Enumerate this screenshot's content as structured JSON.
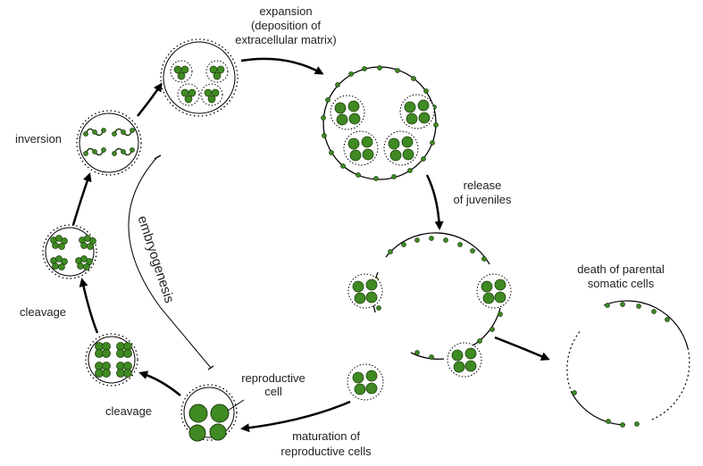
{
  "labels": {
    "expansion_1": "expansion",
    "expansion_2": "(deposition of",
    "expansion_3": "extracellular matrix)",
    "release_1": "release",
    "release_2": "of juveniles",
    "death_1": "death of parental",
    "death_2": "somatic cells",
    "maturation_1": "maturation of",
    "maturation_2": "reproductive cells",
    "reproductive_1": "reproductive",
    "reproductive_2": "cell",
    "cleavage_lower": "cleavage",
    "cleavage_upper": "cleavage",
    "inversion": "inversion",
    "embryogenesis": "embryogenesis"
  },
  "colors": {
    "cell_fill": "#3f8a22",
    "cell_stroke": "#1d3d0e",
    "line": "#000000"
  }
}
